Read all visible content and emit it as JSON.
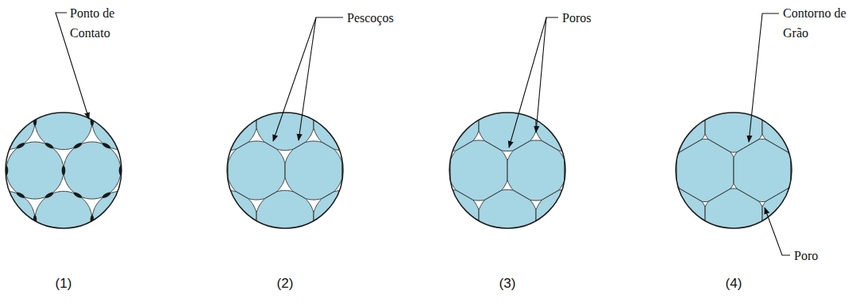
{
  "diagram": {
    "labels": [
      "Ponto de Contato",
      "Pescoços",
      "Poros",
      "Contorno de Grão",
      "Poro",
      "(1)",
      "(2)",
      "(3)",
      "(4)"
    ]
  }
}
